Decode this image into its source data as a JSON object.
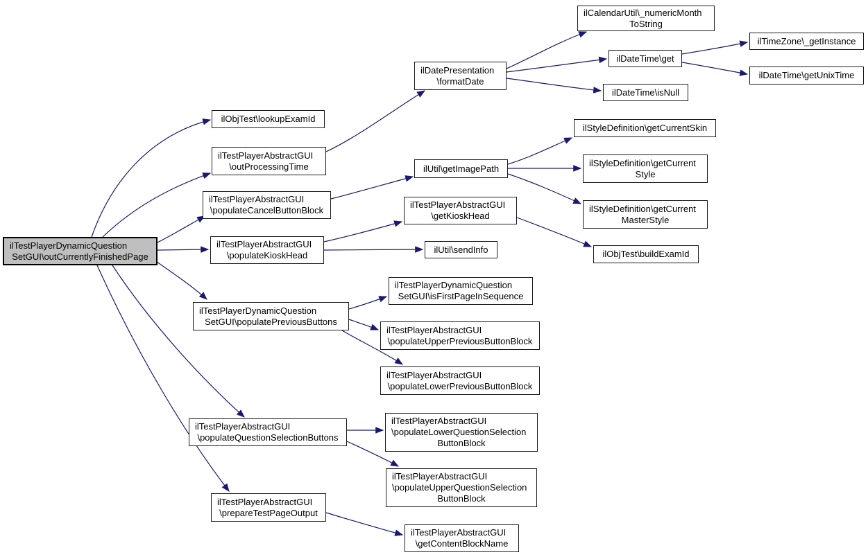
{
  "diagram": {
    "kind": "doxygen-call-graph",
    "background_color": "#ffffff",
    "edge_color": "#191970",
    "node_fill": "#ffffff",
    "node_border_color": "#1a1a1a",
    "root_node_fill": "#bfbfbf",
    "text_color": "#000000"
  },
  "nodes": [
    {
      "id": "outCurrentlyFinishedPage",
      "root": true,
      "lines": [
        "ilTestPlayerDynamicQuestion",
        "SetGUI\\outCurrentlyFinishedPage"
      ]
    },
    {
      "id": "lookupExamId",
      "root": false,
      "lines": [
        "ilObjTest\\lookupExamId"
      ]
    },
    {
      "id": "outProcessingTime",
      "root": false,
      "lines": [
        "ilTestPlayerAbstractGUI",
        "\\outProcessingTime"
      ]
    },
    {
      "id": "populateCancelButtonBlock",
      "root": false,
      "lines": [
        "ilTestPlayerAbstractGUI",
        "\\populateCancelButtonBlock"
      ]
    },
    {
      "id": "populateKioskHead",
      "root": false,
      "lines": [
        "ilTestPlayerAbstractGUI",
        "\\populateKioskHead"
      ]
    },
    {
      "id": "populatePreviousButtons",
      "root": false,
      "lines": [
        "ilTestPlayerDynamicQuestion",
        "SetGUI\\populatePreviousButtons"
      ]
    },
    {
      "id": "populateQuestionSelectionButtons",
      "root": false,
      "lines": [
        "ilTestPlayerAbstractGUI",
        "\\populateQuestionSelectionButtons"
      ]
    },
    {
      "id": "prepareTestPageOutput",
      "root": false,
      "lines": [
        "ilTestPlayerAbstractGUI",
        "\\prepareTestPageOutput"
      ]
    },
    {
      "id": "formatDate",
      "root": false,
      "lines": [
        "ilDatePresentation",
        "\\formatDate"
      ]
    },
    {
      "id": "numericMonthToString",
      "root": false,
      "lines": [
        "ilCalendarUtil\\_numericMonth",
        "ToString"
      ]
    },
    {
      "id": "dateTimeGet",
      "root": false,
      "lines": [
        "ilDateTime\\get"
      ]
    },
    {
      "id": "dateTimeIsNull",
      "root": false,
      "lines": [
        "ilDateTime\\isNull"
      ]
    },
    {
      "id": "timeZoneGetInstance",
      "root": false,
      "lines": [
        "ilTimeZone\\_getInstance"
      ]
    },
    {
      "id": "dateTimeGetUnixTime",
      "root": false,
      "lines": [
        "ilDateTime\\getUnixTime"
      ]
    },
    {
      "id": "getImagePath",
      "root": false,
      "lines": [
        "ilUtil\\getImagePath"
      ]
    },
    {
      "id": "getCurrentSkin",
      "root": false,
      "lines": [
        "ilStyleDefinition\\getCurrentSkin"
      ]
    },
    {
      "id": "getCurrentStyle",
      "root": false,
      "lines": [
        "ilStyleDefinition\\getCurrent",
        "Style"
      ]
    },
    {
      "id": "getCurrentMasterStyle",
      "root": false,
      "lines": [
        "ilStyleDefinition\\getCurrent",
        "MasterStyle"
      ]
    },
    {
      "id": "buildExamId",
      "root": false,
      "lines": [
        "ilObjTest\\buildExamId"
      ]
    },
    {
      "id": "getKioskHead",
      "root": false,
      "lines": [
        "ilTestPlayerAbstractGUI",
        "\\getKioskHead"
      ]
    },
    {
      "id": "sendInfo",
      "root": false,
      "lines": [
        "ilUtil\\sendInfo"
      ]
    },
    {
      "id": "isFirstPageInSequence",
      "root": false,
      "lines": [
        "ilTestPlayerDynamicQuestion",
        "SetGUI\\isFirstPageInSequence"
      ]
    },
    {
      "id": "populateUpperPreviousButtonBlock",
      "root": false,
      "lines": [
        "ilTestPlayerAbstractGUI",
        "\\populateUpperPreviousButtonBlock"
      ]
    },
    {
      "id": "populateLowerPreviousButtonBlock",
      "root": false,
      "lines": [
        "ilTestPlayerAbstractGUI",
        "\\populateLowerPreviousButtonBlock"
      ]
    },
    {
      "id": "populateLowerQuestionSelectionButtonBlock",
      "root": false,
      "lines": [
        "ilTestPlayerAbstractGUI",
        "\\populateLowerQuestionSelection",
        "ButtonBlock"
      ]
    },
    {
      "id": "populateUpperQuestionSelectionButtonBlock",
      "root": false,
      "lines": [
        "ilTestPlayerAbstractGUI",
        "\\populateUpperQuestionSelection",
        "ButtonBlock"
      ]
    },
    {
      "id": "getContentBlockName",
      "root": false,
      "lines": [
        "ilTestPlayerAbstractGUI",
        "\\getContentBlockName"
      ]
    }
  ],
  "edges": [
    {
      "from": "outCurrentlyFinishedPage",
      "to": "lookupExamId"
    },
    {
      "from": "outCurrentlyFinishedPage",
      "to": "outProcessingTime"
    },
    {
      "from": "outCurrentlyFinishedPage",
      "to": "populateCancelButtonBlock"
    },
    {
      "from": "outCurrentlyFinishedPage",
      "to": "populateKioskHead"
    },
    {
      "from": "outCurrentlyFinishedPage",
      "to": "populatePreviousButtons"
    },
    {
      "from": "outCurrentlyFinishedPage",
      "to": "populateQuestionSelectionButtons"
    },
    {
      "from": "outCurrentlyFinishedPage",
      "to": "prepareTestPageOutput"
    },
    {
      "from": "outProcessingTime",
      "to": "formatDate"
    },
    {
      "from": "formatDate",
      "to": "numericMonthToString"
    },
    {
      "from": "formatDate",
      "to": "dateTimeGet"
    },
    {
      "from": "formatDate",
      "to": "dateTimeIsNull"
    },
    {
      "from": "dateTimeGet",
      "to": "timeZoneGetInstance"
    },
    {
      "from": "dateTimeGet",
      "to": "dateTimeGetUnixTime"
    },
    {
      "from": "populateCancelButtonBlock",
      "to": "getImagePath"
    },
    {
      "from": "populateKioskHead",
      "to": "getKioskHead"
    },
    {
      "from": "populateKioskHead",
      "to": "sendInfo"
    },
    {
      "from": "getImagePath",
      "to": "getCurrentSkin"
    },
    {
      "from": "getImagePath",
      "to": "getCurrentStyle"
    },
    {
      "from": "getImagePath",
      "to": "getCurrentMasterStyle"
    },
    {
      "from": "getKioskHead",
      "to": "buildExamId"
    },
    {
      "from": "populatePreviousButtons",
      "to": "isFirstPageInSequence"
    },
    {
      "from": "populatePreviousButtons",
      "to": "populateUpperPreviousButtonBlock"
    },
    {
      "from": "populatePreviousButtons",
      "to": "populateLowerPreviousButtonBlock"
    },
    {
      "from": "populateQuestionSelectionButtons",
      "to": "populateLowerQuestionSelectionButtonBlock"
    },
    {
      "from": "populateQuestionSelectionButtons",
      "to": "populateUpperQuestionSelectionButtonBlock"
    },
    {
      "from": "prepareTestPageOutput",
      "to": "getContentBlockName"
    }
  ]
}
